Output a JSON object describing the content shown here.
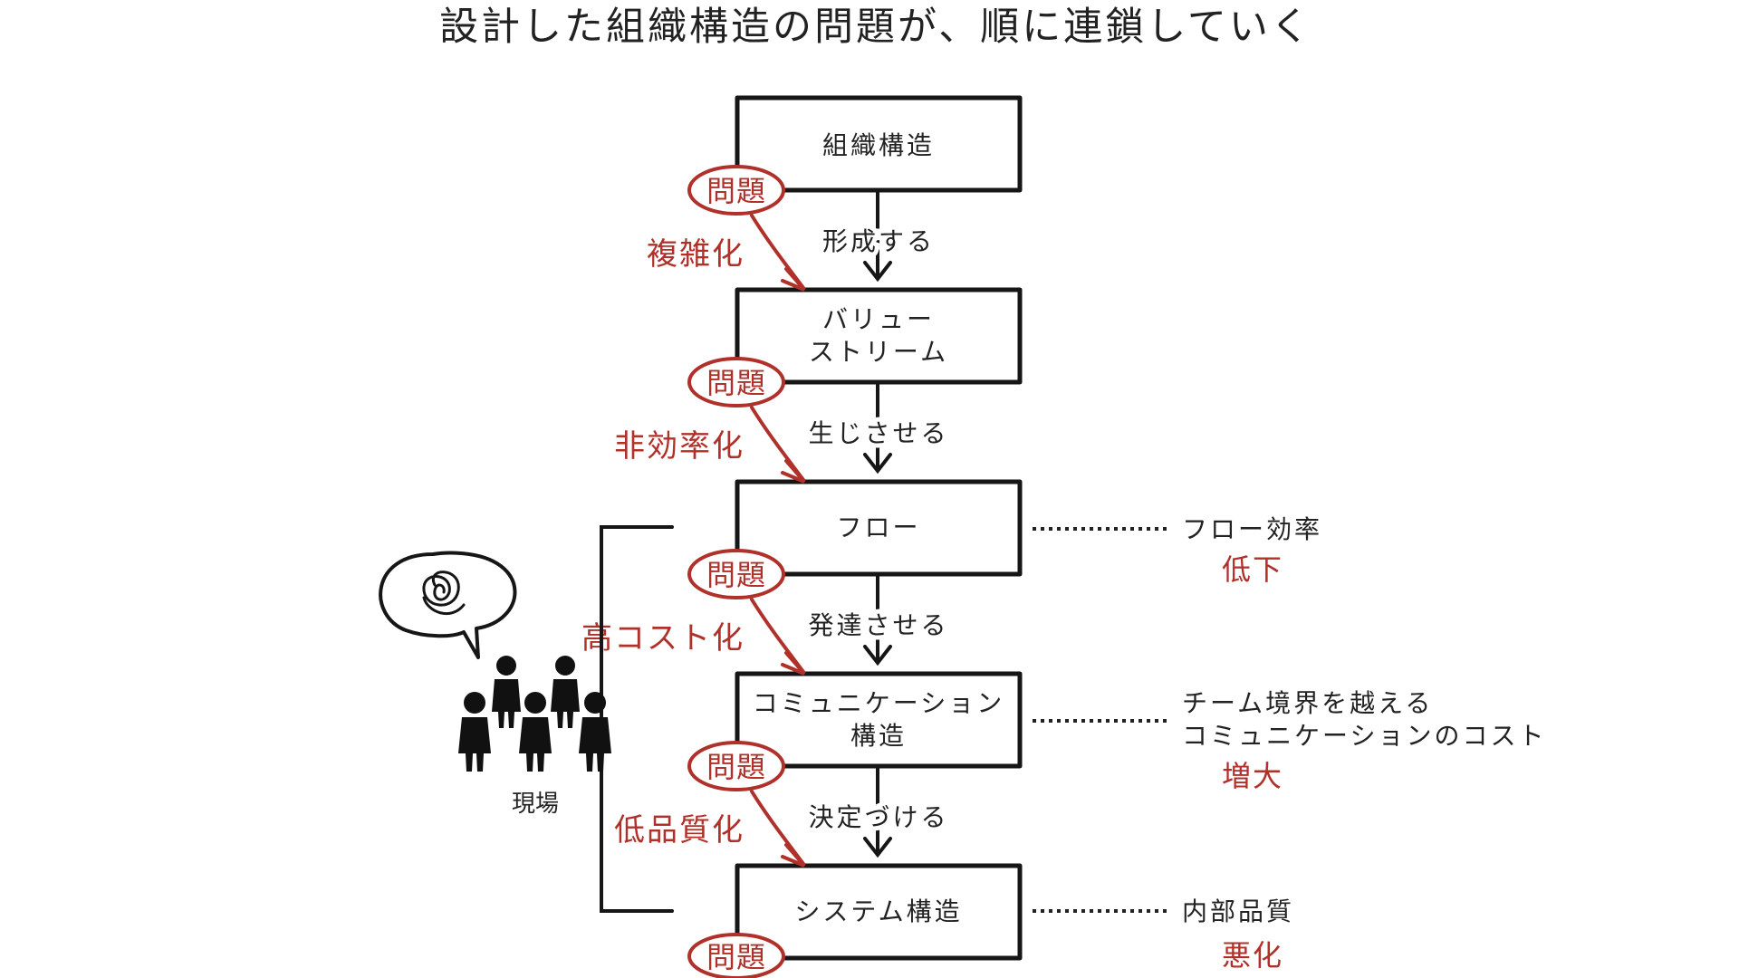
{
  "title": "設計した組織構造の問題が、順に連鎖していく",
  "colors": {
    "accent_red": "#b0302a",
    "ink": "#161616"
  },
  "boxes": [
    {
      "lines": [
        "組織構造"
      ]
    },
    {
      "lines": [
        "バリュー",
        "ストリーム"
      ]
    },
    {
      "lines": [
        "フロー"
      ]
    },
    {
      "lines": [
        "コミュニケーション",
        "構造"
      ]
    },
    {
      "lines": [
        "システム構造"
      ]
    }
  ],
  "problem_badge": "問題",
  "verbs": [
    "形成する",
    "生じさせる",
    "発達させる",
    "決定づける"
  ],
  "issues": [
    "複雑化",
    "非効率化",
    "高コスト化",
    "低品質化"
  ],
  "effects": [
    {
      "lines": [
        "フロー効率"
      ],
      "result": "低下"
    },
    {
      "lines": [
        "チーム境界を越える",
        "コミュニケーションのコスト"
      ],
      "result": "増大"
    },
    {
      "lines": [
        "内部品質"
      ],
      "result": "悪化"
    }
  ],
  "people": {
    "label": "現場",
    "icon": "confused-people-icon"
  }
}
